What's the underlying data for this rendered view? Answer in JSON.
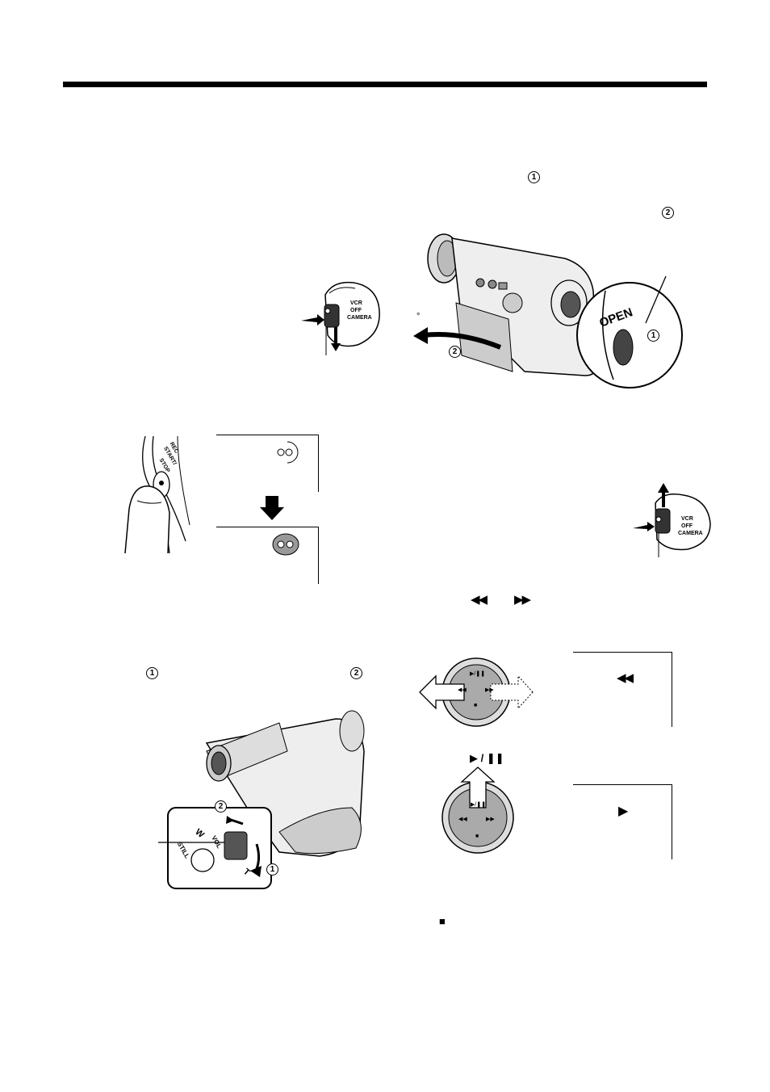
{
  "markers": {
    "top_one": "1",
    "top_two": "2",
    "cam_one": "1",
    "cam_two": "2",
    "vol_one": "1",
    "vol_two": "2",
    "zoom_one": "1",
    "zoom_two": "2"
  },
  "camcorder_lcd": {
    "open_label": "OPEN",
    "degree_mark": "°"
  },
  "power_switch": {
    "vcr": "VCR",
    "off": "OFF",
    "camera": "CAMERA"
  },
  "rec_button": {
    "line1": "REC",
    "line2": "START/",
    "line3": "STOP"
  },
  "playback": {
    "rew_symbol": "◀◀",
    "and_word": "",
    "ff_symbol": "▶▶",
    "play_pause_symbol": "▶ / ❚❚",
    "stop_symbol": "■",
    "screen_rew": "◀◀",
    "screen_play": "▶"
  },
  "zoom_lever": {
    "w": "W",
    "t": "T",
    "vol": "VOL",
    "still": "STILL"
  },
  "pad": {
    "play_label": "▶/❚❚",
    "stop_label": "■",
    "rew_label": "◀◀",
    "ff_label": "▶▶"
  }
}
